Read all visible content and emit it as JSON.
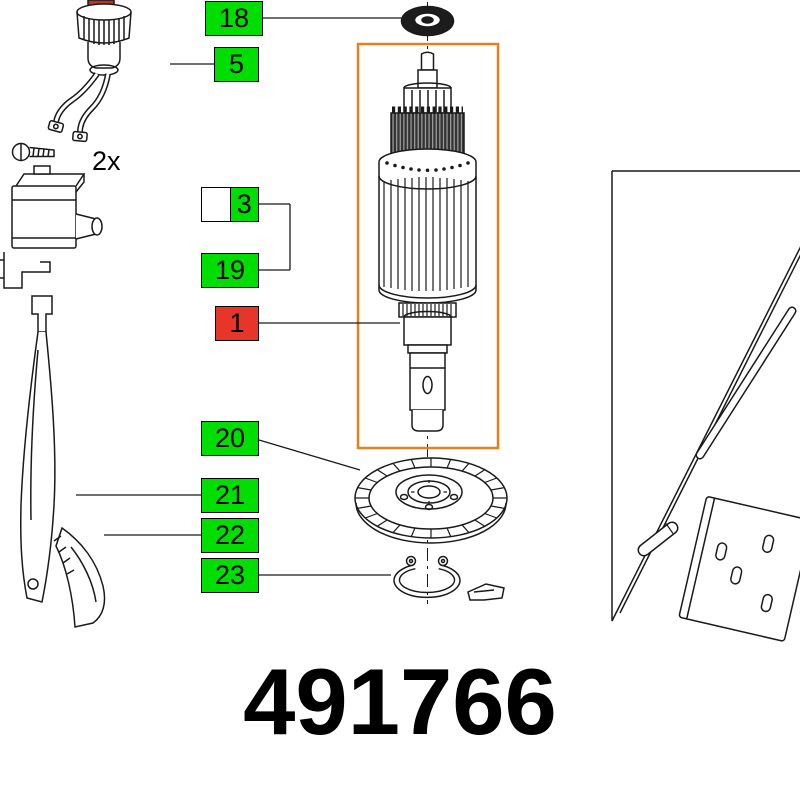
{
  "part_number": "491766",
  "quantity_note": "2x",
  "callouts": [
    {
      "id": "18",
      "color": "green"
    },
    {
      "id": "5",
      "color": "green"
    },
    {
      "id": "3",
      "color": "green-on-white"
    },
    {
      "id": "19",
      "color": "green"
    },
    {
      "id": "1",
      "color": "red"
    },
    {
      "id": "20",
      "color": "green"
    },
    {
      "id": "21",
      "color": "green"
    },
    {
      "id": "22",
      "color": "green"
    },
    {
      "id": "23",
      "color": "green"
    }
  ],
  "colors": {
    "callout-green": "#00dd00",
    "callout-red": "#e8352a",
    "highlight-orange": "#e5801f"
  }
}
